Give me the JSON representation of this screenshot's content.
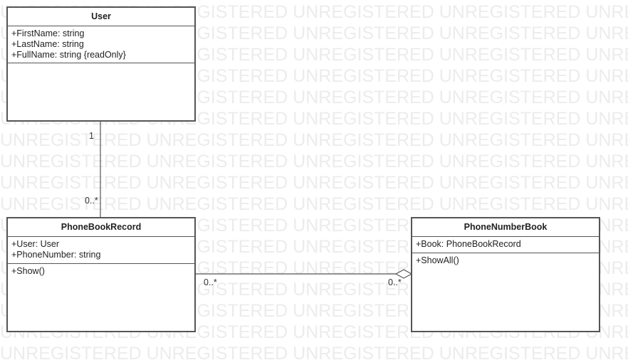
{
  "watermark_text": "UNREGISTERED",
  "classes": {
    "user": {
      "name": "User",
      "attributes": [
        "+FirstName: string",
        "+LastName: string",
        "+FullName: string {readOnly}"
      ],
      "operations": []
    },
    "phonebookrecord": {
      "name": "PhoneBookRecord",
      "attributes": [
        "+User: User",
        "+PhoneNumber: string"
      ],
      "operations": [
        "+Show()"
      ]
    },
    "phonenumberbook": {
      "name": "PhoneNumberBook",
      "attributes": [
        "+Book: PhoneBookRecord"
      ],
      "operations": [
        "+ShowAll()"
      ]
    }
  },
  "associations": {
    "user_record": {
      "source_multiplicity": "1",
      "target_multiplicity": "0..*"
    },
    "record_book": {
      "source_multiplicity": "0..*",
      "target_multiplicity": "0..*",
      "kind": "aggregation"
    }
  },
  "colors": {
    "line": "#555555",
    "watermark": "#ececec"
  }
}
